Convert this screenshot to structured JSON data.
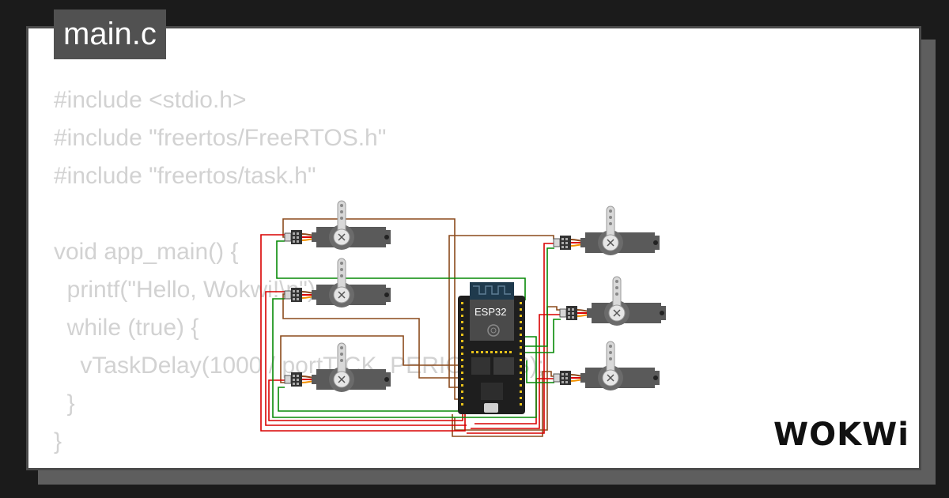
{
  "editor": {
    "tab_label": "main.c",
    "code_lines": [
      "#include <stdio.h>",
      "#include \"freertos/FreeRTOS.h\"",
      "#include \"freertos/task.h\"",
      "",
      "void app_main() {",
      "  printf(\"Hello, Wokwi!\\n\");",
      "  while (true) {",
      "    vTaskDelay(1000 / portTICK_PERIOD_MS);",
      "  }",
      "}"
    ]
  },
  "board": {
    "label": "ESP32"
  },
  "brand": {
    "logo_text": "WOKWi"
  },
  "colors": {
    "background": "#1b1b1b",
    "card": "#ffffff",
    "code_text": "#d2d2d2",
    "tab": "#515151",
    "wire_red": "#d90000",
    "wire_green": "#078a07",
    "wire_brown": "#8b4a1c",
    "servo_body": "#5a5a5a",
    "board": "#1e1e1e"
  },
  "icons": [
    "esp32-board-icon",
    "servo-motor-icon",
    "wokwi-logo-icon"
  ]
}
